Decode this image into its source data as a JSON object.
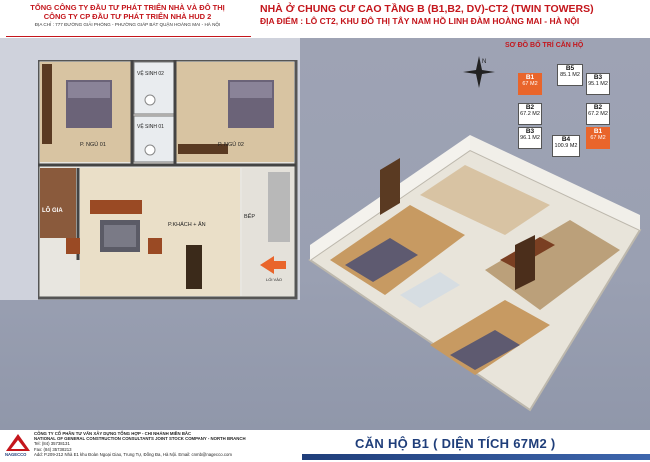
{
  "header_left": {
    "line1": "TỔNG CÔNG TY ĐẦU TƯ PHÁT TRIỂN NHÀ VÀ ĐÔ THỊ",
    "line2": "CÔNG TY CP ĐẦU TƯ  PHÁT TRIỂN NHÀ HUD 2",
    "address": "ĐỊA CHỈ : 777 ĐƯỜNG GIẢI PHÓNG - PHƯỜNG GIÁP BÁT QUẬN HOÀNG MAI - HÀ NỘI"
  },
  "header_right": {
    "title": "NHÀ Ở CHUNG CƯ CAO TẦNG B (B1,B2, DV)-CT2 (TWIN TOWERS)",
    "location": "ĐỊA ĐIỂM : LÔ CT2, KHU ĐÔ THỊ  TÂY NAM HỒ LINH ĐÀM   HOÀNG MAI - HÀ NỘI"
  },
  "floorplan": {
    "rooms": {
      "bath2": "VỆ SINH 02",
      "bath1": "VỆ SINH 01",
      "bed1": "P. NGỦ 01",
      "bed2": "P. NGỦ 02",
      "loggia": "LÔ GIA",
      "living": "P.KHÁCH + ĂN",
      "kitchen": "BẾP",
      "entrance": "LỐI VÀO"
    }
  },
  "keyplan": {
    "title": "SƠ ĐỒ BỐ TRÍ CĂN HỘ",
    "compass_label": "N",
    "units": [
      {
        "code": "B1",
        "area": "67 M2"
      },
      {
        "code": "B5",
        "area": "85.1 M2"
      },
      {
        "code": "B3",
        "area": "95.1 M2"
      },
      {
        "code": "B2",
        "area": "67.2 M2"
      },
      {
        "code": "B2",
        "area": "67.2 M2"
      },
      {
        "code": "B3",
        "area": "96.1 M2"
      },
      {
        "code": "B4",
        "area": "100.9 M2"
      },
      {
        "code": "B1",
        "area": "67 M2"
      }
    ]
  },
  "footer": {
    "logo_text": "NAGECCO",
    "company_vn": "CÔNG TY  CỔ PHẦN TƯ VẤN XÂY DỰNG TỔNG HỢP - CHI NHÁNH MIỀN BẮC",
    "company_en": "NATIONAL OF GENERAL CONSTRUCTION CONSULTANTS JOINT STOCK COMPANY  - NORTH BRANCH",
    "tel": "Tel: (84) 35738131",
    "fax": "Fax: (84) 35738213",
    "address": "Add: P.209-212 Nhà E1 khu Đoàn Ngoại Giao, Trung Tự, Đống Đa, Hà Nội.",
    "email": "Email: cnmb@nagecco.com",
    "title": "CĂN HỘ B1 ( DIỆN TÍCH 67M2 )"
  },
  "colors": {
    "red": "#c4161c",
    "navy": "#1f3e7a",
    "orange": "#e9652b"
  }
}
